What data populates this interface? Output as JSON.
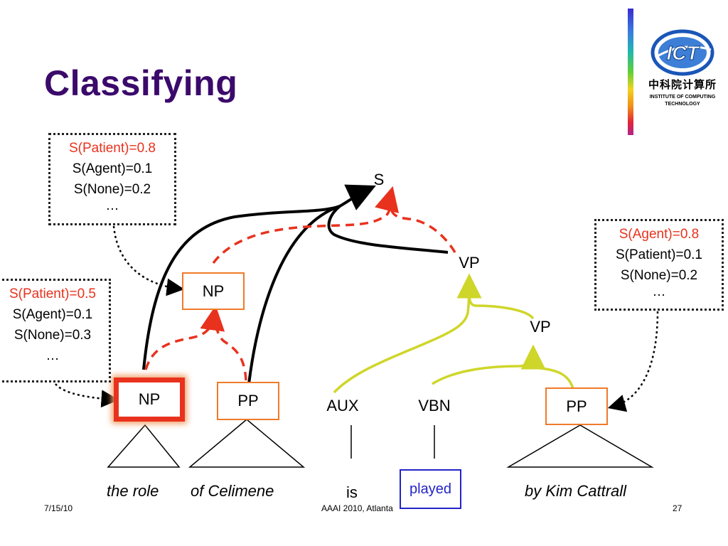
{
  "slide": {
    "title": "Classifying",
    "footer_date": "7/15/10",
    "footer_center": "AAAI 2010, Atlanta",
    "page_number": "27"
  },
  "logo": {
    "acronym": "ICT",
    "chinese_name": "中科院计算所",
    "line1": "INSTITUTE OF COMPUTING",
    "line2": "TECHNOLOGY"
  },
  "tree": {
    "root": "S",
    "vp_upper": "VP",
    "vp_lower": "VP",
    "np_upper": "NP",
    "np_leaf": "NP",
    "pp_leaf1": "PP",
    "aux": "AUX",
    "vbn": "VBN",
    "pp_leaf2": "PP"
  },
  "words": {
    "w1": "the role",
    "w2": "of Celimene",
    "w3": "is",
    "w4": "played",
    "w5": "by Kim Cattrall"
  },
  "scores": {
    "top_left": [
      "S(Patient)=0.8",
      "S(Agent)=0.1",
      "S(None)=0.2",
      "…"
    ],
    "left": [
      "S(Patient)=0.5",
      "S(Agent)=0.1",
      "S(None)=0.3",
      "…"
    ],
    "right": [
      "S(Agent)=0.8",
      "S(Patient)=0.1",
      "S(None)=0.2",
      "…"
    ]
  },
  "colors": {
    "title": "#3b0a6b",
    "highlight": "#e8321e",
    "box_border": "#f07a2a",
    "yellow_path": "#cfd62a",
    "played_box": "#2323c8"
  }
}
